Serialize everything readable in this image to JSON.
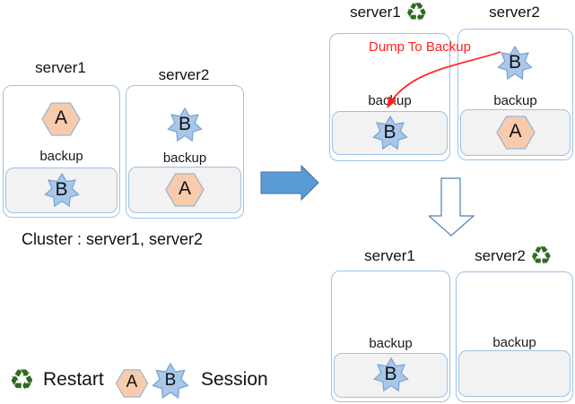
{
  "colors": {
    "box_border": "#9CC2E5",
    "backup_fill": "#F2F2F2",
    "hexagon_fill": "#F8CBAD",
    "hexagon_border": "#9DB6CE",
    "star_fill": "#A9C7E9",
    "star_border": "#7BA6D4",
    "arrow_blue": "#5B9BD5",
    "arrow_blue_border": "#41719C",
    "down_arrow_border": "#4E7EB6",
    "red": "#FF2222",
    "recycle_green": "#2E6B1F"
  },
  "icons": {
    "restart_glyph": "♻"
  },
  "stage_initial": {
    "server1": {
      "title": "server1",
      "main_session": "A",
      "backup_label": "backup",
      "backup_session": "B"
    },
    "server2": {
      "title": "server2",
      "main_session": "B",
      "backup_label": "backup",
      "backup_session": "A"
    },
    "caption": "Cluster : server1, server2"
  },
  "stage_dump": {
    "arrow_label": "Dump To Backup",
    "server1": {
      "title": "server1",
      "backup_label": "backup",
      "backup_session": "B"
    },
    "server2": {
      "title": "server2",
      "main_session": "B",
      "backup_label": "backup",
      "backup_session": "A"
    }
  },
  "stage_final": {
    "server1": {
      "title": "server1",
      "backup_label": "backup",
      "backup_session": "B"
    },
    "server2": {
      "title": "server2",
      "backup_label": "backup"
    }
  },
  "legend": {
    "restart_label": "Restart",
    "session_label": "Session",
    "session_a": "A",
    "session_b": "B"
  }
}
